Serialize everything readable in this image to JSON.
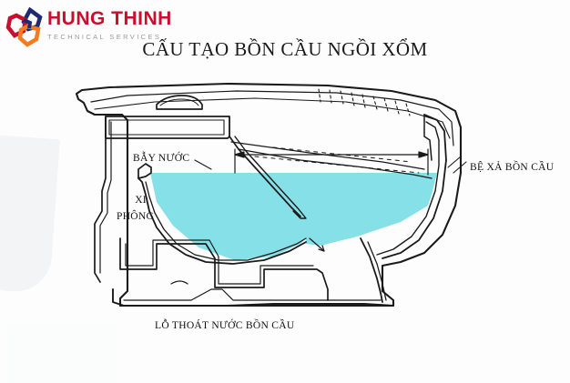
{
  "brand": {
    "name": "HUNG THINH",
    "tagline": "TECHNICAL SERVICES",
    "logo_icon": "interlocking-chain-links-icon",
    "name_color": "#c8102e",
    "tagline_color": "#9a9a9a",
    "link_colors": [
      "#1f2a73",
      "#c8102e",
      "#f47b20"
    ]
  },
  "title": "CẤU TẠO BỒN CẦU NGỒI XỔM",
  "labels": {
    "water_trap": "BẪY NƯỚC",
    "siphon_line1": "XI",
    "siphon_line2": "PHÔNG",
    "flush_base": "BỆ XẢ BỒN CẦU",
    "drain_hole": "LỖ THOÁT NƯỚC BỒN CẦU"
  },
  "diagram": {
    "type": "squat-toilet-cross-section",
    "water_color": "#86e0e8",
    "outline_color": "#1a1a1a",
    "background_color": "#fdfdfd",
    "dimension_arrow": "double-headed-width-arrow"
  }
}
